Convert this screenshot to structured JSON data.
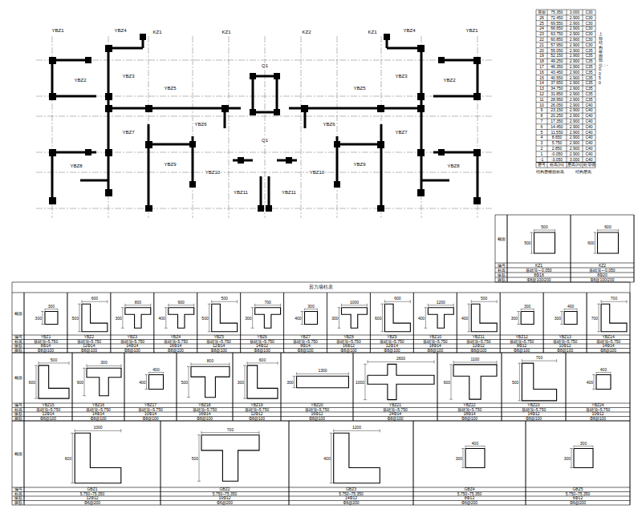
{
  "diagram": {
    "title": "剪力墙柱表",
    "nodes": [
      {
        "text": [
          "300",
          "300",
          "YBZ1",
          "基础顶~5.750",
          "8Φ14",
          "Φ8@100"
        ]
      },
      {
        "text": [
          "600",
          "500",
          "YBZ2",
          "基础顶~5.750",
          "12Φ14",
          "Φ8@100"
        ]
      },
      {
        "text": [
          "800",
          "300",
          "YBZ3",
          "基础顶~5.750",
          "14Φ14",
          "Φ8@100"
        ]
      },
      {
        "text": [
          "900",
          "400",
          "YBZ4",
          "基础顶~5.750",
          "16Φ14",
          "Φ8@100"
        ]
      },
      {
        "text": [
          "500",
          "500",
          "YBZ5",
          "基础顶~5.750",
          "12Φ14",
          "Φ8@100"
        ]
      },
      {
        "text": [
          "700",
          "300",
          "YBZ6",
          "基础顶~5.750",
          "14Φ12",
          "Φ8@100"
        ]
      },
      {
        "text": [
          "300",
          "400",
          "YBZ7",
          "基础顶~5.750",
          "8Φ14",
          "Φ8@100"
        ]
      },
      {
        "text": [
          "1000",
          "300",
          "YBZ8",
          "基础顶~5.750",
          "16Φ12",
          "Φ8@100"
        ]
      },
      {
        "text": [
          "600",
          "600",
          "YBZ9",
          "基础顶~5.750",
          "12Φ14",
          "Φ8@100"
        ]
      },
      {
        "text": [
          "1200",
          "400",
          "YBZ10",
          "基础顶~5.750",
          "18Φ14",
          "Φ8@100"
        ]
      },
      {
        "text": [
          "500",
          "400",
          "YBZ11",
          "基础顶~5.750",
          "12Φ12",
          "Φ8@100"
        ]
      },
      {
        "text": [
          "300",
          "300",
          "YBZ12",
          "基础顶~5.750",
          "8Φ12",
          "Φ8@100"
        ]
      },
      {
        "text": [
          "400",
          "300",
          "YBZ13",
          "基础顶~5.750",
          "10Φ12",
          "Φ8@100"
        ]
      },
      {
        "text": [
          "700",
          "700",
          "YBZ14",
          "基础顶~5.750",
          "14Φ14",
          "Φ8@100"
        ]
      },
      {
        "text": [
          "500",
          "600",
          "YBZ15",
          "基础顶~5.750",
          "12Φ14",
          "Φ8@100"
        ]
      },
      {
        "text": [
          "300",
          "900",
          "YBZ16",
          "基础顶~5.750",
          "14Φ14",
          "Φ8@100"
        ]
      },
      {
        "text": [
          "400",
          "400",
          "YBZ17",
          "基础顶~5.750",
          "10Φ14",
          "Φ8@100"
        ]
      },
      {
        "text": [
          "800",
          "500",
          "YBZ18",
          "基础顶~5.750",
          "16Φ14",
          "Φ8@100"
        ]
      },
      {
        "text": [
          "600",
          "300",
          "YBZ19",
          "基础顶~5.750",
          "12Φ12",
          "Φ8@100"
        ]
      },
      {
        "text": [
          "1300",
          "300",
          "YBZ20",
          "基础顶~5.750",
          "16Φ12",
          "Φ8@100"
        ]
      },
      {
        "text": [
          "2600",
          "1000",
          "YBZ21",
          "基础顶~5.750",
          "24Φ14",
          "Φ8@100"
        ]
      },
      {
        "text": [
          "1100",
          "600",
          "YBZ22",
          "基础顶~5.750",
          "18Φ14",
          "Φ8@100"
        ]
      },
      {
        "text": [
          "700",
          "500",
          "YBZ23",
          "基础顶~5.750",
          "14Φ12",
          "Φ8@100"
        ]
      },
      {
        "text": [
          "400",
          "400",
          "YBZ24",
          "基础顶~5.750",
          "10Φ12",
          "Φ8@100"
        ]
      },
      {
        "text": [
          "1000",
          "600",
          "GBZ1",
          "5.750~75.350",
          "12Φ12",
          "Φ6@200"
        ]
      },
      {
        "text": [
          "700",
          "500",
          "GBZ2",
          "5.750~75.350",
          "10Φ12",
          "Φ6@200"
        ]
      },
      {
        "text": [
          "1200",
          "400",
          "GBZ3",
          "5.750~75.350",
          "14Φ12",
          "Φ6@200"
        ]
      },
      {
        "text": [
          "400",
          "300",
          "GBZ4",
          "5.750~75.350",
          "8Φ12",
          "Φ6@200"
        ]
      },
      {
        "text": [
          "300",
          "300",
          "GBZ5",
          "5.750~75.350",
          "6Φ12",
          "Φ6@200"
        ]
      },
      {
        "text": [
          "500",
          "500",
          "KZ1",
          "基础顶~-0.050",
          "8Φ18",
          "Φ8@100/200"
        ]
      },
      {
        "text": [
          "600",
          "600",
          "KZ2",
          "基础顶~-0.050",
          "8Φ20",
          "Φ8@100/200"
        ]
      }
    ],
    "labels": [
      "YBZ1",
      "YBZ4",
      "KZ1",
      "KZ1",
      "KZ2",
      "KZ1",
      "YBZ4",
      "YBZ1",
      "YBZ2",
      "YBZ3",
      "YBZ5",
      "YBZ6",
      "YBZ7",
      "YBZ8",
      "YBZ9",
      "YBZ10",
      "YBZ11",
      "Q1",
      "Q1",
      "YBZ2",
      "YBZ3",
      "YBZ5",
      "YBZ6",
      "YBZ7",
      "YBZ8",
      "YBZ9",
      "YBZ10",
      "YBZ11",
      "屋面",
      "75.350",
      "3.000",
      "C30",
      "26",
      "72.450",
      "2.900",
      "C30",
      "25",
      "69.550",
      "2.900",
      "C30",
      "24",
      "66.650",
      "2.900",
      "C30",
      "23",
      "63.750",
      "2.900",
      "C30",
      "22",
      "60.850",
      "2.900",
      "C30",
      "21",
      "57.950",
      "2.900",
      "C30",
      "20",
      "55.050",
      "2.900",
      "C35",
      "19",
      "52.150",
      "2.900",
      "C35",
      "18",
      "49.250",
      "2.900",
      "C35",
      "17",
      "46.350",
      "2.900",
      "C35",
      "16",
      "43.450",
      "2.900",
      "C35",
      "15",
      "40.550",
      "2.900",
      "C35",
      "14",
      "37.650",
      "2.900",
      "C35",
      "13",
      "34.750",
      "2.900",
      "C35",
      "12",
      "31.850",
      "2.900",
      "C35",
      "11",
      "28.950",
      "2.900",
      "C35",
      "10",
      "26.050",
      "2.900",
      "C40",
      "9",
      "23.150",
      "2.900",
      "C40",
      "8",
      "20.250",
      "2.900",
      "C40",
      "7",
      "17.350",
      "2.900",
      "C40",
      "6",
      "14.450",
      "2.900",
      "C40",
      "5",
      "11.550",
      "2.900",
      "C40",
      "4",
      "8.650",
      "2.900",
      "C40",
      "3",
      "5.750",
      "2.900",
      "C40",
      "2",
      "2.850",
      "2.900",
      "C40",
      "1",
      "-0.050",
      "2.900",
      "C40",
      "-1",
      "-3.050",
      "3.000",
      "C40",
      "层号",
      "标高(m)",
      "层高(m)",
      "砼等级",
      "结构层楼面标高",
      "结构层高",
      "上部结构嵌固部位：-0.050",
      "截面",
      "编号",
      "标高",
      "纵筋",
      "箍筋",
      "截面",
      "编号",
      "标高",
      "纵筋",
      "箍筋",
      "截面",
      "编号",
      "标高",
      "纵筋",
      "箍筋",
      "截面",
      "编号",
      "标高",
      "纵筋",
      "箍筋"
    ]
  }
}
